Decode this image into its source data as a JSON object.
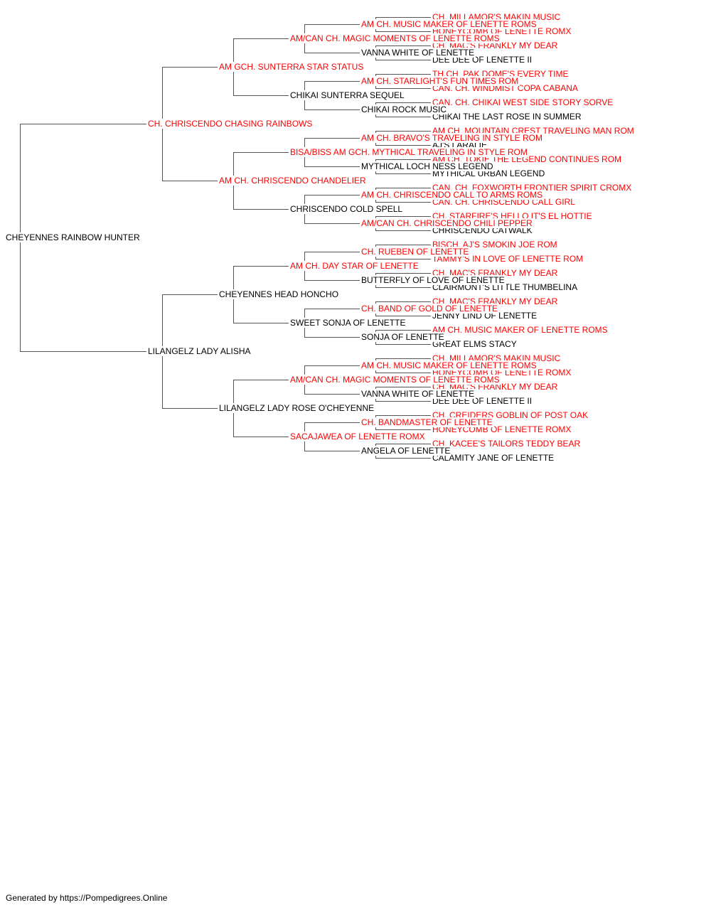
{
  "colors": {
    "champion": "#ff0000",
    "regular": "#000000",
    "line": "#555555"
  },
  "footer": "Generated by https://Pompedigrees.Online",
  "pedigree": {
    "name": "CHEYENNES RAINBOW HUNTER",
    "champion": false,
    "sire": {
      "name": "CH. CHRISCENDO CHASING RAINBOWS",
      "champion": true,
      "sire": {
        "name": "AM GCH. SUNTERRA STAR STATUS",
        "champion": true,
        "sire": {
          "name": "AM/CAN CH. MAGIC MOMENTS OF LENETTE ROMS",
          "champion": true,
          "sire": {
            "name": "AM CH. MUSIC MAKER OF LENETTE ROMS",
            "champion": true,
            "sire": {
              "name": "CH. MILLAMOR'S MAKIN MUSIC",
              "champion": true
            },
            "dam": {
              "name": "HONEYCOMB OF LENETTE ROMX",
              "champion": true
            }
          },
          "dam": {
            "name": "VANNA WHITE OF LENETTE",
            "champion": false,
            "sire": {
              "name": "CH. MAC'S FRANKLY MY DEAR",
              "champion": true
            },
            "dam": {
              "name": "DEE DEE OF LENETTE II",
              "champion": false
            }
          }
        },
        "dam": {
          "name": "CHIKAI SUNTERRA SEQUEL",
          "champion": false,
          "sire": {
            "name": "AM CH. STARLIGHT'S FUN TIMES ROM",
            "champion": true,
            "sire": {
              "name": "TH.CH. PAK DOME'S EVERY TIME",
              "champion": true
            },
            "dam": {
              "name": "CAN. CH. WINDMIST COPA CABANA",
              "champion": true
            }
          },
          "dam": {
            "name": "CHIKAI ROCK MUSIC",
            "champion": false,
            "sire": {
              "name": "CAN. CH. CHIKAI WEST SIDE STORY SORVE",
              "champion": true
            },
            "dam": {
              "name": "CHIKAI THE LAST ROSE IN SUMMER",
              "champion": false
            }
          }
        }
      },
      "dam": {
        "name": "AM CH. CHRISCENDO CHANDELIER",
        "champion": true,
        "sire": {
          "name": "BISA/BISS AM GCH. MYTHICAL TRAVELING IN STYLE ROM",
          "champion": true,
          "sire": {
            "name": "AM CH. BRAVO'S TRAVELING IN STYLE ROM",
            "champion": true,
            "sire": {
              "name": "AM CH. MOUNTAIN CREST TRAVELING MAN ROM",
              "champion": true
            },
            "dam": {
              "name": "AJ'S LARALIE",
              "champion": false
            }
          },
          "dam": {
            "name": "MYTHICAL LOCH NESS LEGEND",
            "champion": false,
            "sire": {
              "name": "AM CH. TOKIE THE LEGEND CONTINUES ROM",
              "champion": true
            },
            "dam": {
              "name": "MYTHICAL URBAN LEGEND",
              "champion": false
            }
          }
        },
        "dam": {
          "name": "CHRISCENDO COLD SPELL",
          "champion": false,
          "sire": {
            "name": "AM CH. CHRISCENDO CALL TO ARMS ROMS",
            "champion": true,
            "sire": {
              "name": "CAN. CH. FOXWORTH FRONTIER SPIRIT CROMX",
              "champion": true
            },
            "dam": {
              "name": "CAN. CH. CHRISCENDO CALL GIRL",
              "champion": true
            }
          },
          "dam": {
            "name": "AM/CAN CH. CHRISCENDO CHILI PEPPER",
            "champion": true,
            "sire": {
              "name": "CH. STARFIRE'S HELLO IT'S EL HOTTIE",
              "champion": true
            },
            "dam": {
              "name": "CHRISCENDO CATWALK",
              "champion": false
            }
          }
        }
      }
    },
    "dam": {
      "name": "LILANGELZ LADY ALISHA",
      "champion": false,
      "sire": {
        "name": "CHEYENNES HEAD HONCHO",
        "champion": false,
        "sire": {
          "name": "AM CH. DAY STAR OF LENETTE",
          "champion": true,
          "sire": {
            "name": "CH. RUEBEN OF LENETTE",
            "champion": true,
            "sire": {
              "name": "BISCH. AJ'S SMOKIN JOE ROM",
              "champion": true
            },
            "dam": {
              "name": "TAMMY'S IN LOVE OF LENETTE ROM",
              "champion": true
            }
          },
          "dam": {
            "name": "BUTTERFLY OF LOVE OF LENETTE",
            "champion": false,
            "sire": {
              "name": "CH. MAC'S FRANKLY MY DEAR",
              "champion": true
            },
            "dam": {
              "name": "CLAIRMONT'S LITTLE THUMBELINA",
              "champion": false
            }
          }
        },
        "dam": {
          "name": "SWEET SONJA OF LENETTE",
          "champion": false,
          "sire": {
            "name": "CH. BAND OF GOLD OF LENETTE",
            "champion": true,
            "sire": {
              "name": "CH. MAC'S FRANKLY MY DEAR",
              "champion": true
            },
            "dam": {
              "name": "JENNY LIND OF LENETTE",
              "champion": false
            }
          },
          "dam": {
            "name": "SONJA OF LENETTE",
            "champion": false,
            "sire": {
              "name": "AM CH. MUSIC MAKER OF LENETTE ROMS",
              "champion": true
            },
            "dam": {
              "name": "GREAT ELMS STACY",
              "champion": false
            }
          }
        }
      },
      "dam": {
        "name": "LILANGELZ LADY ROSE O'CHEYENNE",
        "champion": false,
        "sire": {
          "name": "AM/CAN CH. MAGIC MOMENTS OF LENETTE ROMS",
          "champion": true,
          "sire": {
            "name": "AM CH. MUSIC MAKER OF LENETTE ROMS",
            "champion": true,
            "sire": {
              "name": "CH. MILLAMOR'S MAKIN MUSIC",
              "champion": true
            },
            "dam": {
              "name": "HONEYCOMB OF LENETTE ROMX",
              "champion": true
            }
          },
          "dam": {
            "name": "VANNA WHITE OF LENETTE",
            "champion": false,
            "sire": {
              "name": "CH. MAC'S FRANKLY MY DEAR",
              "champion": true
            },
            "dam": {
              "name": "DEE DEE OF LENETTE II",
              "champion": false
            }
          }
        },
        "dam": {
          "name": "SACAJAWEA OF LENETTE ROMX",
          "champion": true,
          "sire": {
            "name": "CH. BANDMASTER OF LENETTE",
            "champion": true,
            "sire": {
              "name": "CH. CREIDERS GOBLIN OF POST OAK",
              "champion": true
            },
            "dam": {
              "name": "HONEYCOMB OF LENETTE ROMX",
              "champion": true
            }
          },
          "dam": {
            "name": "ANGELA OF LENETTE",
            "champion": false,
            "sire": {
              "name": "CH. KACEE'S TAILORS TEDDY BEAR",
              "champion": true
            },
            "dam": {
              "name": "CALAMITY JANE OF LENETTE",
              "champion": false
            }
          }
        }
      }
    }
  }
}
